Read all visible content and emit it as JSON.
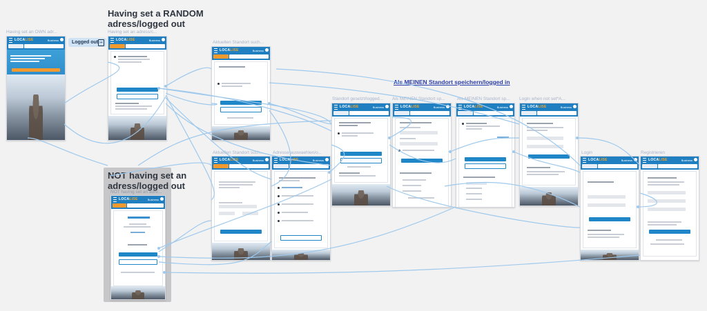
{
  "headings": {
    "random": "Having set a RANDOM adress/logged out",
    "not_set": "NOT having set an adress/logged out",
    "meinen": "Als MEINEN Standort speichern/logged in"
  },
  "badge": {
    "label": "Logged out"
  },
  "frame_labels": [
    "Having set an OWN adr...",
    "Having set an adress/c...",
    "Aktuellen Standort such...",
    "Standort gesetzt/logged...",
    "Als MEINEN Standort sp...",
    "Als MEINEN Standort sp...",
    "Login when not set*A...",
    "Aktuellen Standort such...",
    "Adresse auswaehlen/o...",
    "Login",
    "Registrieren",
    "NOT having set an adre..."
  ],
  "app": {
    "brand_a": "LOCA",
    "brand_b": "LISE",
    "business": "Business"
  },
  "colors": {
    "header_blue": "#1f7fc1",
    "accent_orange": "#f29a2e",
    "wire_blue": "#9fc9ec",
    "heading_link": "#2c3ea8"
  }
}
